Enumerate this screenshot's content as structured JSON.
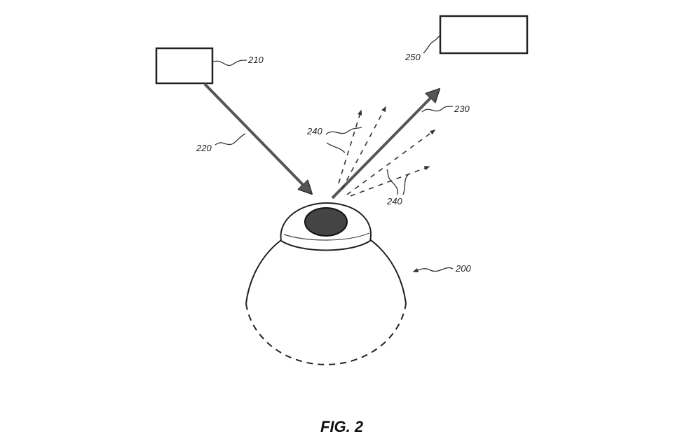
{
  "figure": {
    "caption": "FIG. 2",
    "labels": {
      "light_source": "210",
      "incident_beam": "220",
      "reflected_beam": "230",
      "scattered_light_upper": "240",
      "scattered_light_lower": "240",
      "detector": "250",
      "eye": "200"
    }
  }
}
